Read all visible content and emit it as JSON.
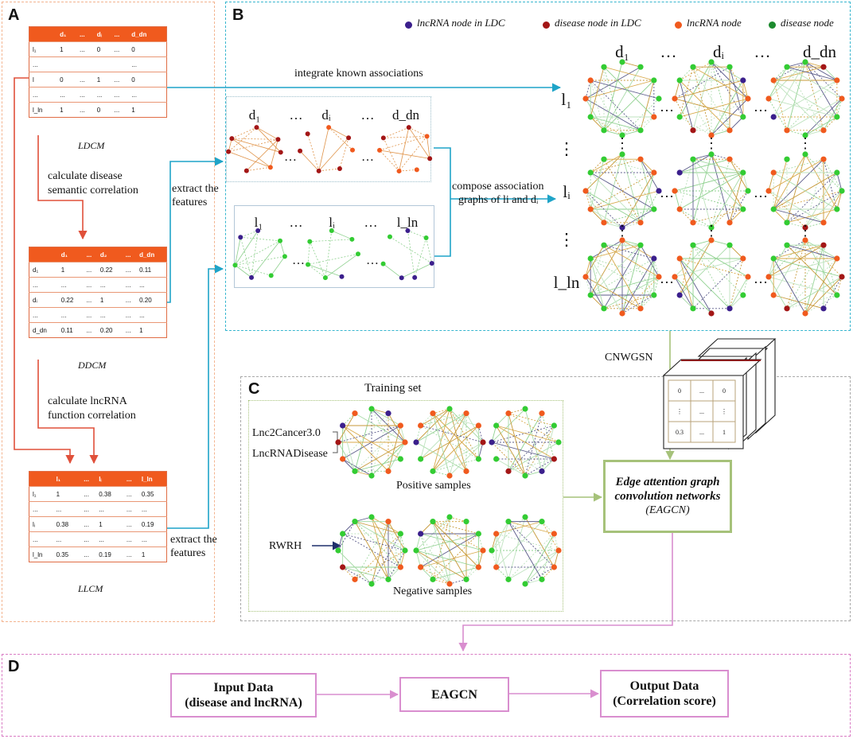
{
  "panel_labels": {
    "a": "A",
    "b": "B",
    "c": "C",
    "d": "D"
  },
  "tables": {
    "ldcm": {
      "caption": "LDCM",
      "header": [
        "",
        "d₁",
        "...",
        "dᵢ",
        "...",
        "d_dn"
      ],
      "rows": [
        [
          "l₁",
          "1",
          "...",
          "0",
          "...",
          "0"
        ],
        [
          "...",
          "",
          "",
          "",
          "",
          "..."
        ],
        [
          "l",
          "0",
          "...",
          "1",
          "...",
          "0"
        ],
        [
          "...",
          "...",
          "...",
          "...",
          "...",
          "..."
        ],
        [
          "l_ln",
          "1",
          "...",
          "0",
          "...",
          "1"
        ]
      ]
    },
    "ddcm": {
      "caption": "DDCM",
      "header": [
        "",
        "d₁",
        "...",
        "d₂",
        "...",
        "d_dn"
      ],
      "rows": [
        [
          "d₁",
          "1",
          "...",
          "0.22",
          "...",
          "0.11"
        ],
        [
          "...",
          "...",
          "...",
          "...",
          "...",
          "..."
        ],
        [
          "dᵢ",
          "0.22",
          "...",
          "1",
          "...",
          "0.20"
        ],
        [
          "...",
          "...",
          "...",
          "...",
          "...",
          "..."
        ],
        [
          "d_dn",
          "0.11",
          "...",
          "0.20",
          "...",
          "1"
        ]
      ]
    },
    "llcm": {
      "caption": "LLCM",
      "header": [
        "",
        "l₁",
        "...",
        "lᵢ",
        "...",
        "l_ln"
      ],
      "rows": [
        [
          "l₁",
          "1",
          "...",
          "0.38",
          "...",
          "0.35"
        ],
        [
          "...",
          "...",
          "...",
          "...",
          "...",
          "..."
        ],
        [
          "lᵢ",
          "0.38",
          "...",
          "1",
          "...",
          "0.19"
        ],
        [
          "...",
          "...",
          "...",
          "...",
          "...",
          "..."
        ],
        [
          "l_ln",
          "0.35",
          "...",
          "0.19",
          "...",
          "1"
        ]
      ]
    }
  },
  "panel_a_text": {
    "calc_disease_1": "calculate disease",
    "calc_disease_2": "semantic correlation",
    "calc_lnc_1": "calculate lncRNA",
    "calc_lnc_2": "function correlation"
  },
  "flow_text": {
    "extract1_1": "extract the",
    "extract1_2": "features",
    "extract2_1": "extract the",
    "extract2_2": "features",
    "integrate": "integrate known  associations",
    "compose_1": "compose association",
    "compose_2": "graphs of li and dᵢ",
    "cnwgsn": "CNWGSN"
  },
  "legend": [
    {
      "label": "lncRNA node in LDC",
      "color": "#3b1f8c"
    },
    {
      "label": "disease node in LDC",
      "color": "#a31616"
    },
    {
      "label": "lncRNA node",
      "color": "#f05a1e"
    },
    {
      "label": "disease node",
      "color": "#1c8a2e"
    }
  ],
  "grid": {
    "col_labels": [
      "d₁",
      "…",
      "dᵢ",
      "…",
      "d_dn"
    ],
    "row_labels": [
      "l₁",
      "⋮",
      "lᵢ",
      "⋮",
      "l_ln"
    ]
  },
  "disease_graphs": {
    "labels": [
      "d₁",
      "…",
      "dᵢ",
      "…",
      "d_dn"
    ]
  },
  "lnc_graphs": {
    "labels": [
      "l₁",
      "…",
      "lᵢ",
      "…",
      "l_ln"
    ]
  },
  "panel_c": {
    "training_set": "Training set",
    "db1": "Lnc2Cancer3.0",
    "db2": "LncRNADisease",
    "positive": "Positive samples",
    "rwrh": "RWRH",
    "negative": "Negative samples",
    "eagcn_1": "Edge attention graph",
    "eagcn_2": "convolution networks",
    "eagcn_3": "(EAGCN)",
    "matrix_cells": [
      "0",
      "...",
      "0",
      "⋮",
      "...",
      "⋮",
      "0.3",
      "...",
      "1"
    ]
  },
  "panel_d": {
    "input_1": "Input Data",
    "input_2": "(disease and lncRNA)",
    "model": "EAGCN",
    "output_1": "Output Data",
    "output_2": "(Correlation score)"
  },
  "colors": {
    "orange": "#f05a1e",
    "green": "#1c8a2e",
    "bright_green": "#33cc33",
    "purple": "#3b1f8c",
    "dark_red": "#a31616",
    "red_arrow": "#e0503a",
    "cyan": "#1fa4c8",
    "olive": "#a6c27a",
    "pink": "#d98ecf"
  }
}
